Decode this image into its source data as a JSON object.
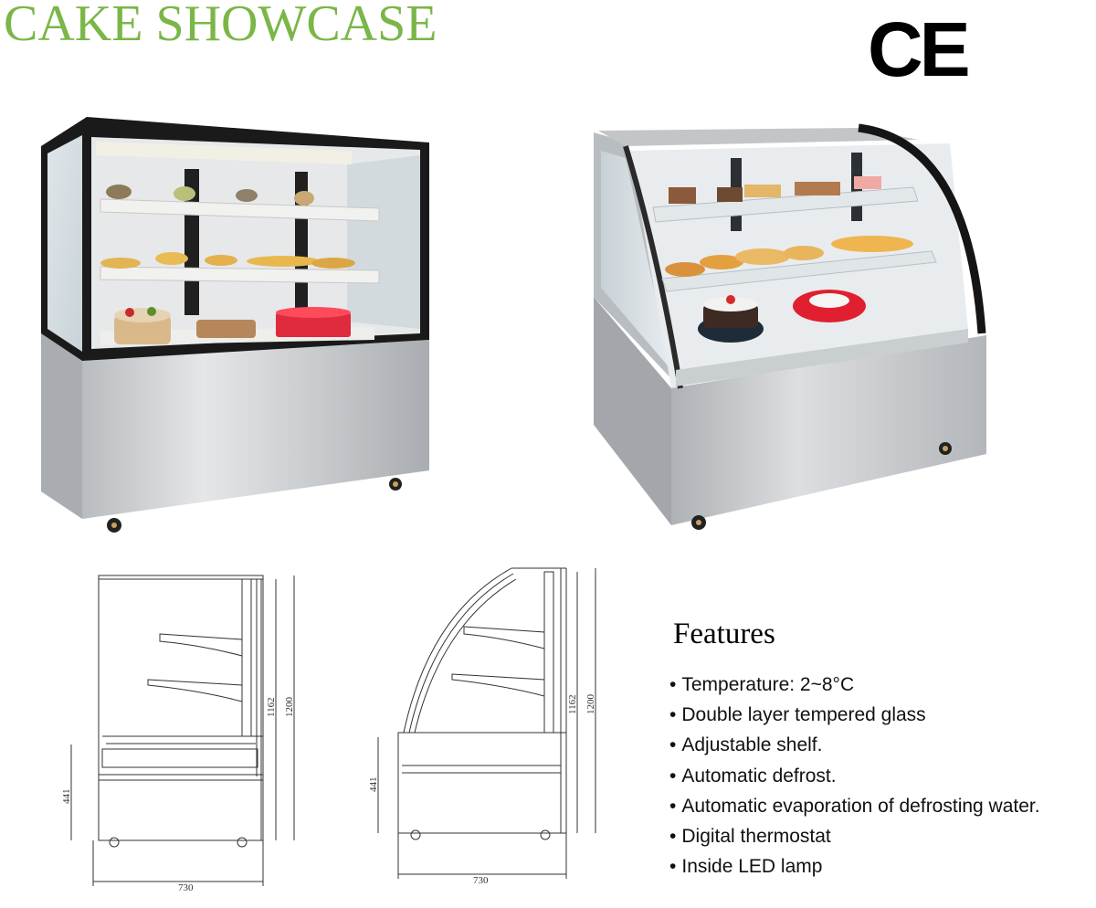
{
  "header": {
    "title": "CAKE SHOWCASE",
    "title_color": "#7ab648",
    "certification_mark": "CE"
  },
  "drawings": {
    "left": {
      "width_label": "730",
      "base_height_label": "441",
      "inner_height_label": "1162",
      "total_height_label": "1200"
    },
    "right": {
      "width_label": "730",
      "base_height_label": "441",
      "inner_height_label": "1162",
      "total_height_label": "1200"
    }
  },
  "features": {
    "heading": "Features",
    "items": [
      "Temperature: 2~8°C",
      "Double layer tempered glass",
      "Adjustable shelf.",
      "Automatic defrost.",
      "Automatic evaporation of defrosting water.",
      "Digital thermostat",
      "Inside LED lamp"
    ]
  }
}
